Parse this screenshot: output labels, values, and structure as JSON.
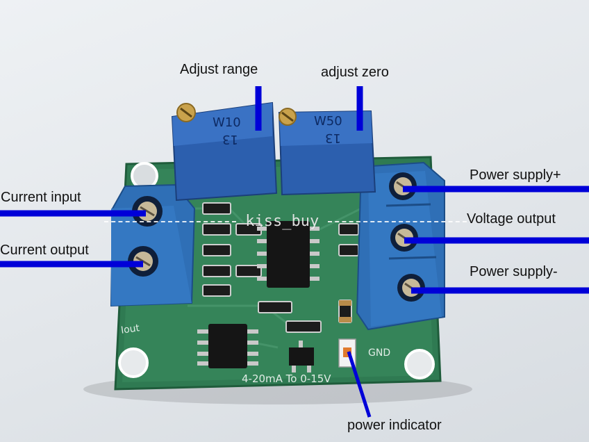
{
  "labels": {
    "adjust_range": "Adjust range",
    "adjust_zero": "adjust zero",
    "current_input": "Current input",
    "current_output": "Current output",
    "power_supply_plus": "Power supply+",
    "voltage_output": "Voltage output",
    "power_supply_minus": "Power supply-",
    "power_indicator": "power indicator"
  },
  "watermark": "kiss_buy",
  "pcb_silkscreen": {
    "spec": "4-20mA To 0-15V",
    "iout": "Iout",
    "gnd": "GND"
  },
  "pots": {
    "left": {
      "code": "W10",
      "num": "13"
    },
    "right": {
      "code": "W50",
      "num": "13"
    }
  },
  "colors": {
    "pointer": "#0000d8",
    "pcb": "#2f7a52",
    "terminal": "#2f6fb6",
    "pot": "#2c5fae",
    "chip": "#151515"
  },
  "icons": [
    "screw-terminal-icon",
    "trimmer-potentiometer-icon",
    "ic-chip-icon",
    "led-icon"
  ]
}
